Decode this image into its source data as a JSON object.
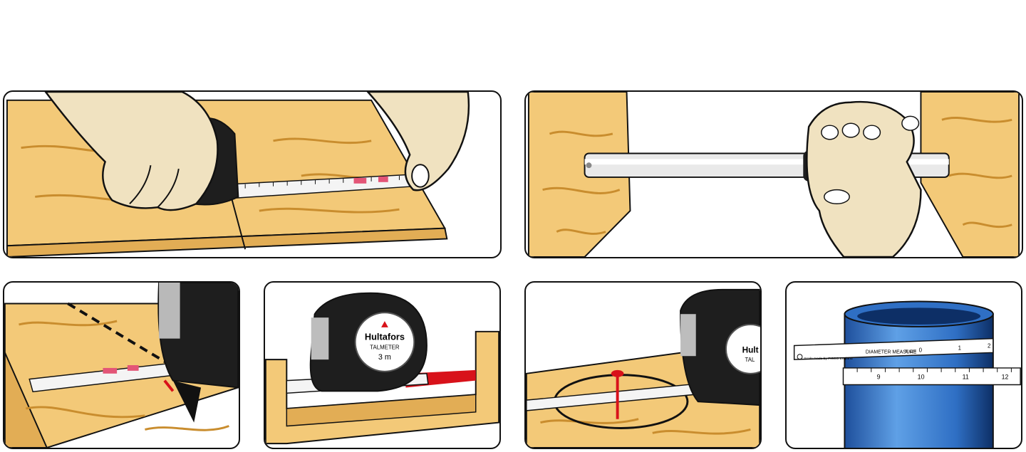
{
  "panels": {
    "p3": {
      "brand": "Hultafors",
      "model": "TALMETER",
      "length": "3 m"
    },
    "p5": {
      "brand_partial": "Hult",
      "model_partial": "TAL"
    },
    "p6": {
      "scale_title": "DIAMETER MEASURE",
      "unit": "π cm",
      "maker": "Scale made by FISCO England",
      "top_ticks": [
        "0",
        "1",
        "2"
      ],
      "bottom_ticks": [
        "9",
        "10",
        "11",
        "12"
      ]
    }
  },
  "colors": {
    "wood": "#f3c978",
    "wood_dark": "#e2ad55",
    "skin": "#f0e2c0",
    "tape_body": "#1e1e1e",
    "red_marker": "#d8121a",
    "pipe_blue": "#2f6fc4"
  }
}
